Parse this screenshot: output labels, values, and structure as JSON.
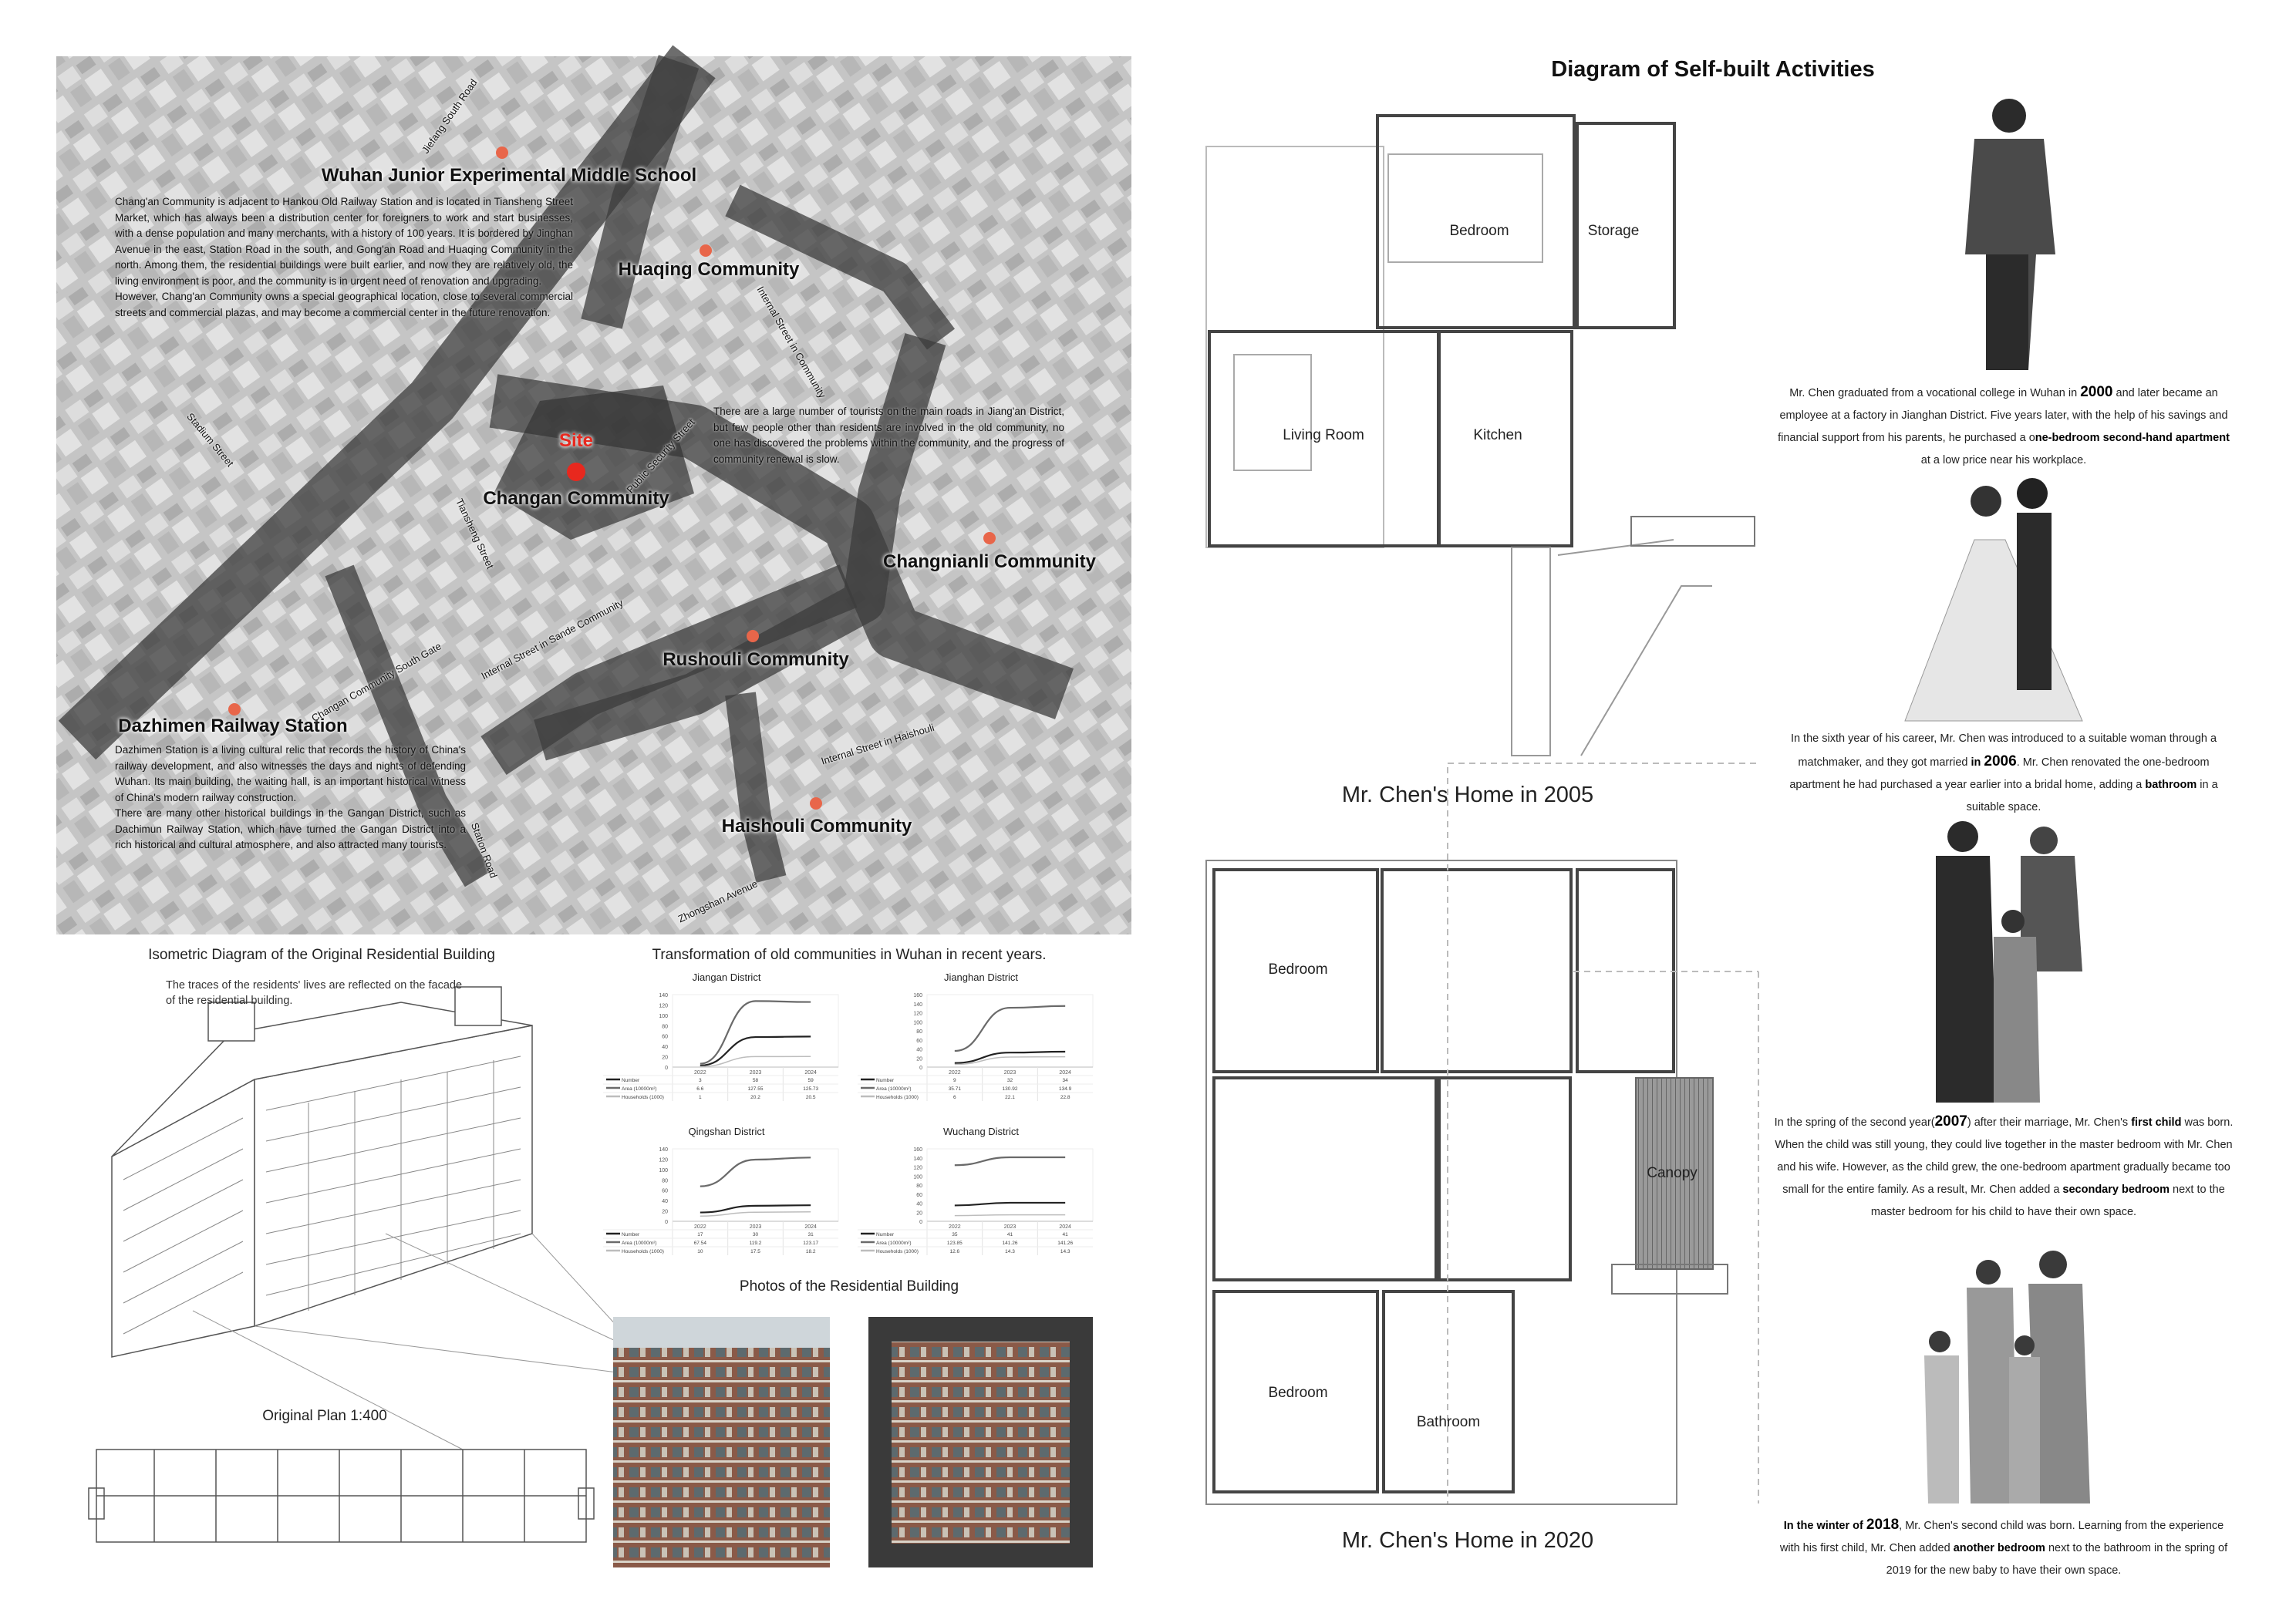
{
  "map": {
    "labels": {
      "school": "Wuhan Junior Experimental Middle School",
      "huaqing": "Huaqing Community",
      "site": "Site",
      "changan": "Changan Community",
      "changnianli": "Changnianli Community",
      "rushouli": "Rushouli Community",
      "dazhimen": "Dazhimen Railway Station",
      "haishouli": "Haishouli Community"
    },
    "streets": {
      "jiefang": "Jiefang South Road",
      "stadium": "Stadium Street",
      "internal_community": "Internal Street in Community",
      "public_security": "Public Security Street",
      "tiansheng": "Tiansheng Street",
      "sande": "Internal Street in Sande Community",
      "south_gate": "Changan Community South Gate",
      "haishouli_internal": "Internal Street in Haishouli",
      "station_road": "Station Road",
      "zhongshan": "Zhongshan Avenue"
    },
    "para_changan": "Chang'an Community is adjacent to Hankou Old Railway Station and is located in Tiansheng Street Market, which has always been a distribution center for foreigners to work and start businesses, with a dense population and many merchants, with a history of 100 years. It is bordered by Jinghan Avenue in the east, Station Road in the south, and Gong'an Road and Huaqing Community in the north. Among them, the residential buildings were built earlier, and now they are relatively old, the living environment is poor, and the community is in urgent need of renovation and upgrading.",
    "para_changan_2": "However, Chang'an Community owns a special geographical location, close to several commercial streets and commercial plazas, and may become a commercial center in the future renovation.",
    "para_tourists": "There are a large number of tourists on the main roads in Jiang'an District, but few people other than residents are involved in the old community, no one has discovered the problems within the community, and the progress of community renewal is slow.",
    "para_dazhimen": "Dazhimen Station is a living cultural relic that records the history of China's railway development, and also witnesses the days and nights of defending Wuhan. Its main building, the waiting hall, is an important historical witness of China's modern railway construction.",
    "para_dazhimen_2": "There are many other historical buildings in the Gangan District, such as Dachimun Railway Station, which have turned the Gangan District into a rich historical and cultural atmosphere, and also attracted many tourists.",
    "colors": {
      "site_marker": "#e8281e",
      "poi_marker": "#e8664a"
    }
  },
  "isometric": {
    "title": "Isometric Diagram of the Original Residential Building",
    "caption": "The traces of the residents' lives are reflected on the facade of the residential building.",
    "plan_label": "Original Plan 1:400"
  },
  "transformation": {
    "title": "Transformation of old communities in Wuhan in recent years."
  },
  "photos": {
    "title": "Photos of the Residential Building"
  },
  "chart_data": [
    {
      "type": "line",
      "title": "Jiangan District",
      "categories": [
        "2022",
        "2023",
        "2024"
      ],
      "ylim": [
        0,
        140
      ],
      "yticks": [
        0,
        20,
        40,
        60,
        80,
        100,
        120,
        140
      ],
      "series": [
        {
          "name": "Number",
          "values": [
            3,
            58,
            59
          ]
        },
        {
          "name": "Area (10000m²)",
          "values": [
            6.6,
            127.55,
            125.73
          ]
        },
        {
          "name": "Households (1000)",
          "values": [
            1,
            20.2,
            20.5
          ]
        }
      ]
    },
    {
      "type": "line",
      "title": "Jianghan District",
      "categories": [
        "2022",
        "2023",
        "2024"
      ],
      "ylim": [
        0,
        160
      ],
      "yticks": [
        0,
        20,
        40,
        60,
        80,
        100,
        120,
        140,
        160
      ],
      "series": [
        {
          "name": "Number",
          "values": [
            9,
            32,
            34
          ]
        },
        {
          "name": "Area (10000m²)",
          "values": [
            35.71,
            130.92,
            134.9
          ]
        },
        {
          "name": "Households (1000)",
          "values": [
            6,
            22.1,
            22.8
          ]
        }
      ]
    },
    {
      "type": "line",
      "title": "Qingshan District",
      "categories": [
        "2022",
        "2023",
        "2024"
      ],
      "ylim": [
        0,
        140
      ],
      "yticks": [
        0,
        20,
        40,
        60,
        80,
        100,
        120,
        140
      ],
      "series": [
        {
          "name": "Number",
          "values": [
            17,
            30,
            31
          ]
        },
        {
          "name": "Area (10000m²)",
          "values": [
            67.54,
            119.2,
            123.17
          ]
        },
        {
          "name": "Households (1000)",
          "values": [
            10,
            17.5,
            18.2
          ]
        }
      ]
    },
    {
      "type": "line",
      "title": "Wuchang District",
      "categories": [
        "2022",
        "2023",
        "2024"
      ],
      "ylim": [
        0,
        160
      ],
      "yticks": [
        0,
        20,
        40,
        60,
        80,
        100,
        120,
        140,
        160
      ],
      "series": [
        {
          "name": "Number",
          "values": [
            35,
            41,
            41
          ]
        },
        {
          "name": "Area (10000m²)",
          "values": [
            123.85,
            141.26,
            141.26
          ]
        },
        {
          "name": "Households (1000)",
          "values": [
            12.6,
            14.3,
            14.3
          ]
        }
      ]
    }
  ],
  "series_colors": [
    "#222222",
    "#6a6a6a",
    "#bdbdbd"
  ],
  "self_built": {
    "title": "Diagram of Self-built Activities",
    "home_2005": {
      "caption": "Mr. Chen's Home in 2005",
      "rooms": {
        "bedroom": "Bedroom",
        "storage": "Storage",
        "living": "Living Room",
        "kitchen": "Kitchen"
      }
    },
    "home_2020": {
      "caption": "Mr. Chen's Home in 2020",
      "rooms": {
        "bedroom1": "Bedroom",
        "canopy": "Canopy",
        "bedroom2": "Bedroom",
        "bathroom": "Bathroom"
      }
    },
    "stories": [
      [
        {
          "t": "Mr. Chen graduated from a vocational college in Wuhan in "
        },
        {
          "t": "2000",
          "b": "yr"
        },
        {
          "t": " and later became an employee at a factory in Jianghan District. Five years later, with the help of his savings and financial support from his parents, he purchased a o"
        },
        {
          "t": "ne-bedroom second-hand apartment",
          "b": "1"
        },
        {
          "t": " at a low price near his workplace."
        }
      ],
      [
        {
          "t": "In the sixth year of his career, Mr. Chen was introduced to a suitable woman through a matchmaker, and they got married "
        },
        {
          "t": "in ",
          "b": "1"
        },
        {
          "t": "2006",
          "b": "yr"
        },
        {
          "t": ". Mr. Chen renovated the one-bedroom apartment he had purchased a year earlier into a bridal home, adding a "
        },
        {
          "t": "bathroom",
          "b": "1"
        },
        {
          "t": " in a suitable space."
        }
      ],
      [
        {
          "t": "In the spring of the second year("
        },
        {
          "t": "2007",
          "b": "yr"
        },
        {
          "t": ") after their marriage, Mr. Chen's "
        },
        {
          "t": "first child",
          "b": "1"
        },
        {
          "t": " was born. When the child was still young, they could live together in the master bedroom with Mr. Chen and his wife. However, as the child grew, the one-bedroom apartment gradually became too small for the entire family. As a result, Mr. Chen added a "
        },
        {
          "t": "secondary bedroom",
          "b": "1"
        },
        {
          "t": " next to the master bedroom for his child to have their own space."
        }
      ],
      [
        {
          "t": "In the winter of ",
          "b": "1"
        },
        {
          "t": "2018",
          "b": "yr"
        },
        {
          "t": ", Mr. Chen's second child was born. Learning from the experience with his first child, Mr. Chen added "
        },
        {
          "t": "another bedroom",
          "b": "1"
        },
        {
          "t": " next to the bathroom in the spring of 2019 for the new baby to have their own space."
        }
      ]
    ]
  }
}
